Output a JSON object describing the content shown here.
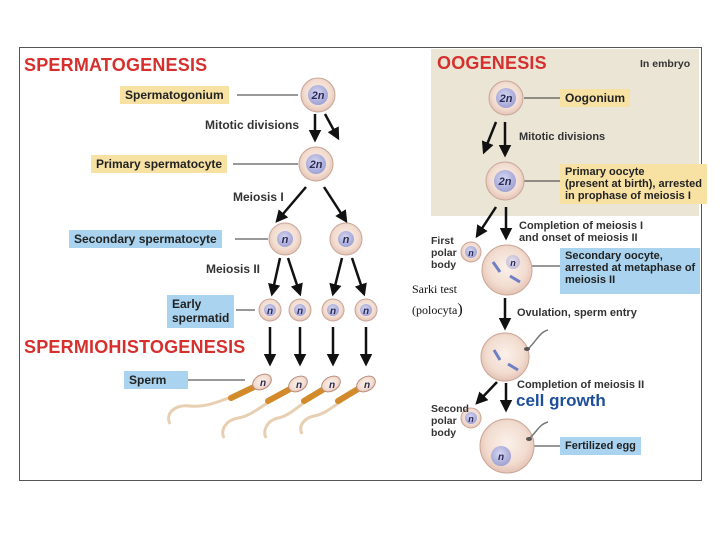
{
  "sperm": {
    "title": "SPERMATOGENESIS",
    "spermatogonium": "Spermatogonium",
    "mitotic": "Mitotic divisions",
    "primary": "Primary spermatocyte",
    "meiosis1": "Meiosis I",
    "secondary": "Secondary spermatocyte",
    "meiosis2": "Meiosis II",
    "early1": "Early",
    "early2": "spermatid",
    "spermio": "SPERMIOHISTOGENESIS",
    "sperm_lbl": "Sperm"
  },
  "oo": {
    "title": "OOGENESIS",
    "in_embryo": "In embryo",
    "oogonium": "Oogonium",
    "mitotic": "Mitotic divisions",
    "primary1": "Primary oocyte",
    "primary2": "(present at birth), arrested",
    "primary3": "in prophase of meiosis I",
    "completion1": "Completion of meiosis I",
    "completion2": "and onset of meiosis II",
    "first_polar1": "First",
    "first_polar2": "polar",
    "first_polar3": "body",
    "secondary1": "Secondary oocyte,",
    "secondary2": "arrested at metaphase of",
    "secondary3": "meiosis II",
    "ovulation": "Ovulation, sperm entry",
    "completion_m2": "Completion of meiosis II",
    "second_polar1": "Second",
    "second_polar2": "polar",
    "second_polar3": "body",
    "fertilized": "Fertilized egg"
  },
  "notes": {
    "sarki": "Sarki test",
    "polocyta": "(polocyta",
    "paren": ")",
    "cell_growth": "cell growth"
  },
  "ploidy": {
    "diploid": "2n",
    "haploid": "n"
  },
  "colors": {
    "title_red": "#d6302e",
    "label_yellow": "#f7e2a4",
    "label_blue": "#a9d3ef",
    "oo_bg": "#ebe5d6"
  }
}
